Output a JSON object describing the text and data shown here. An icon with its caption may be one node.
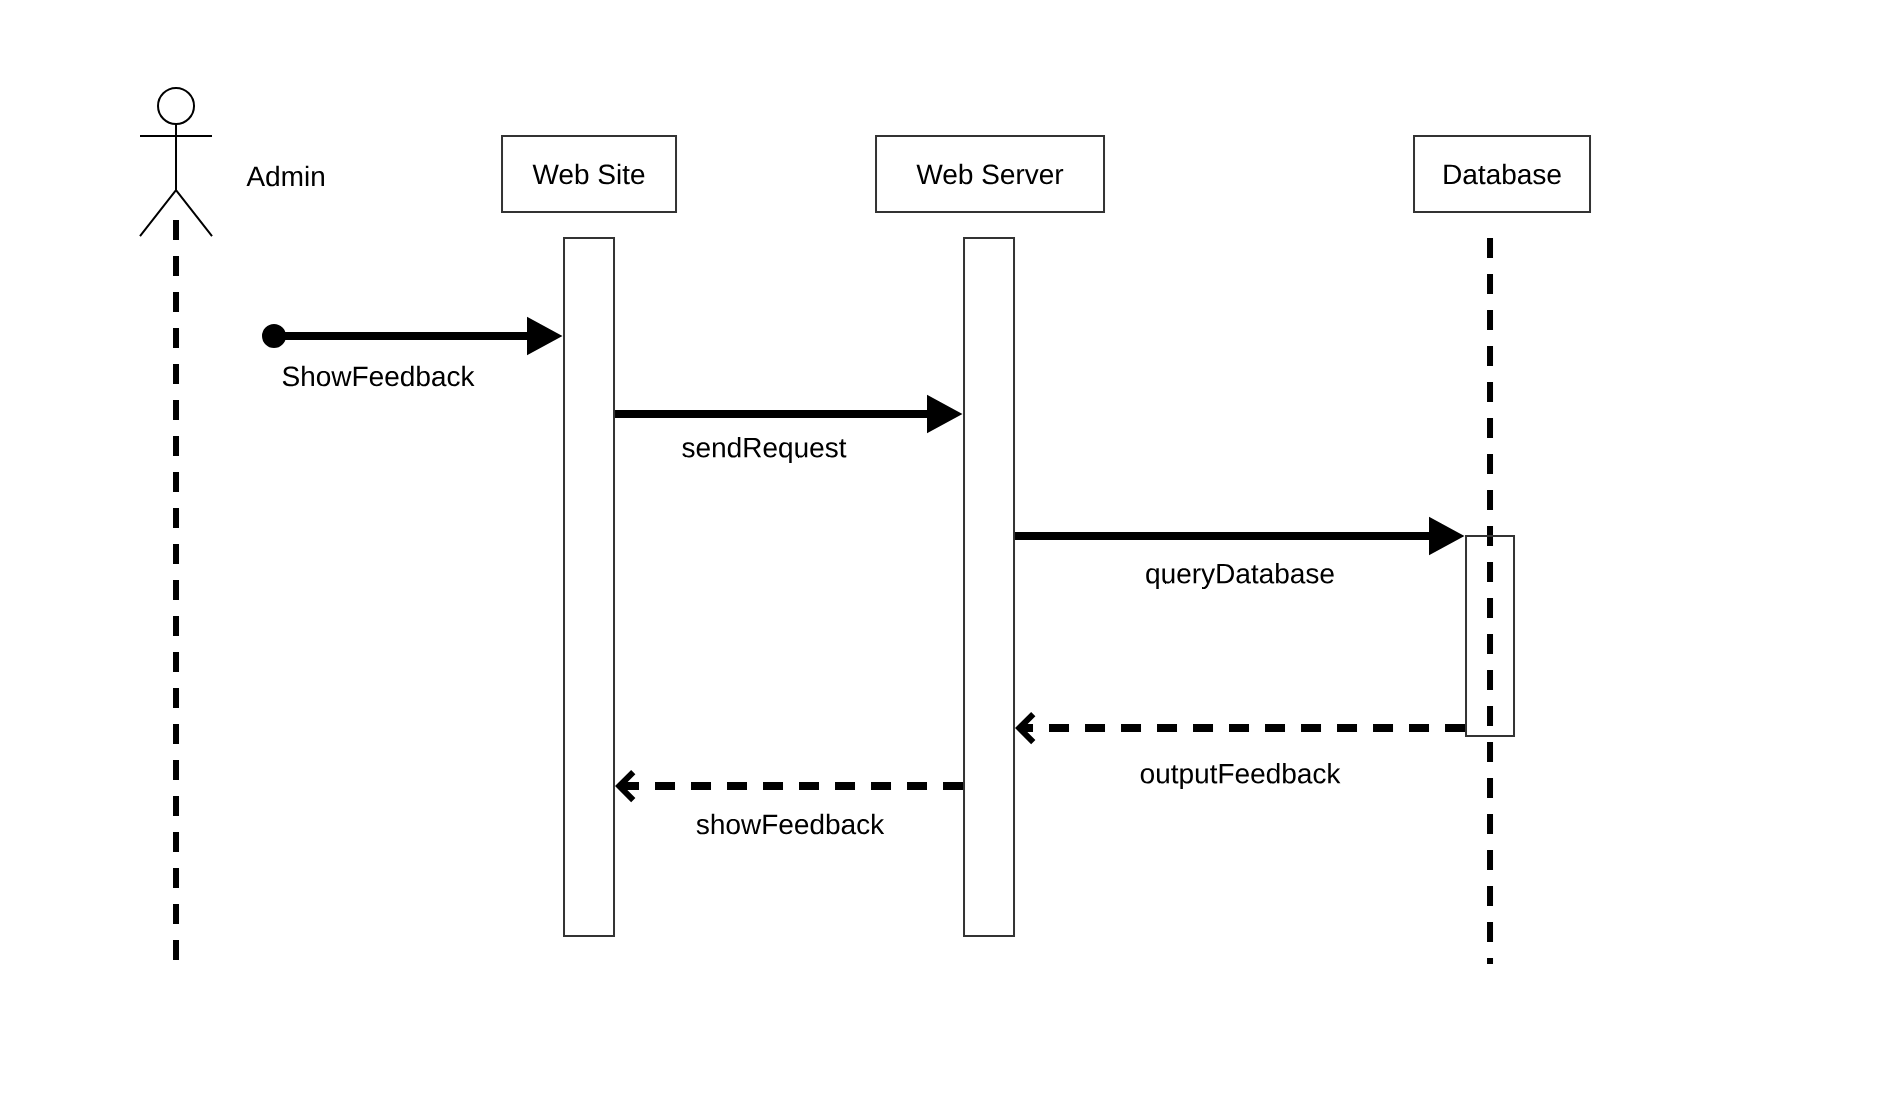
{
  "diagram": {
    "nodes": [
      {
        "text": [],
        "shape": "person",
        "beside": [
          "Admin"
        ]
      },
      {
        "text": [
          "Web Site"
        ]
      },
      {
        "text": [
          "Web Server"
        ]
      },
      {
        "text": [
          "Database"
        ]
      },
      {
        "text": [],
        "shape": "bar"
      },
      {
        "text": [],
        "shape": "bar"
      },
      {
        "text": [],
        "shape": "bar"
      }
    ],
    "edges": [
      {
        "from": null,
        "to": 4,
        "arrow": "to",
        "label": "ShowFeedback"
      },
      {
        "from": 4,
        "to": 5,
        "arrow": "to",
        "label": "sendRequest"
      },
      {
        "from": 5,
        "to": 6,
        "arrow": "to",
        "label": "queryDatabase"
      },
      {
        "from": 6,
        "to": 5,
        "arrow": "to",
        "label": "outputFeedback",
        "style": "dashed"
      },
      {
        "from": 5,
        "to": 4,
        "arrow": "to",
        "label": "showFeedback",
        "style": "dashed"
      }
    ]
  }
}
